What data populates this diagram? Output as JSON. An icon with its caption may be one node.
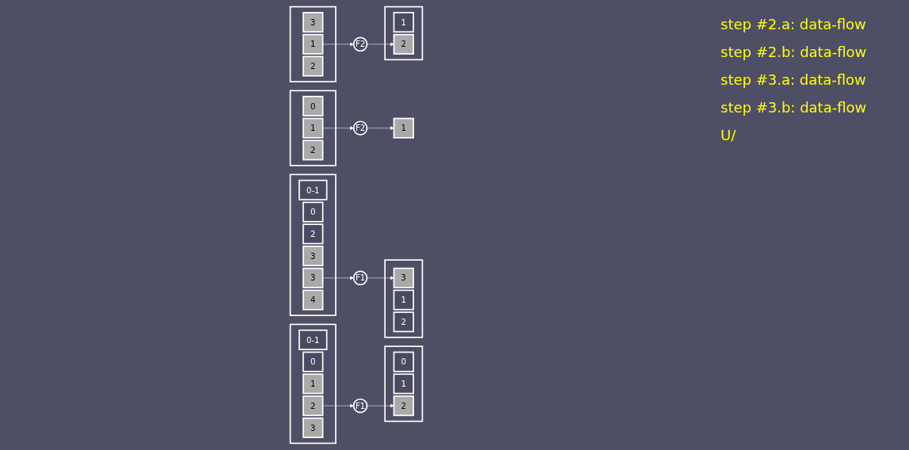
{
  "diagram": {
    "nodes": [
      {
        "text": [],
        "shape": "box"
      },
      {
        "text": [
          "0-1"
        ],
        "in": 0
      },
      {
        "text": [
          "0"
        ],
        "in": 0
      },
      {
        "text": [
          "1"
        ],
        "in": 0
      },
      {
        "text": [
          "2"
        ],
        "in": 0
      },
      {
        "text": [
          "3"
        ],
        "in": 0
      },
      {
        "text": [
          "F1"
        ]
      },
      {
        "text": [],
        "shape": "box"
      },
      {
        "text": [
          "0"
        ],
        "in": 7
      },
      {
        "text": [
          "1"
        ],
        "in": 7
      },
      {
        "text": [
          "2"
        ],
        "in": 7
      },
      {
        "text": [],
        "shape": "box"
      },
      {
        "text": [
          "0"
        ],
        "in": 11
      },
      {
        "text": [
          "1"
        ],
        "in": 11
      },
      {
        "text": [
          "2"
        ],
        "in": 11
      },
      {
        "text": [
          "F2"
        ]
      },
      {
        "text": [
          "1"
        ]
      },
      {
        "text": [],
        "shape": "box"
      },
      {
        "text": [
          "0-1"
        ],
        "in": 17
      },
      {
        "text": [
          "0"
        ],
        "in": 17
      },
      {
        "text": [
          "2"
        ],
        "in": 17
      },
      {
        "text": [
          "3"
        ],
        "in": 17
      },
      {
        "text": [
          "3"
        ],
        "in": 17
      },
      {
        "text": [
          "4"
        ],
        "in": 17
      },
      {
        "text": [
          "F1"
        ]
      },
      {
        "text": [],
        "shape": "box"
      },
      {
        "text": [
          "3"
        ],
        "in": 25
      },
      {
        "text": [
          "1"
        ],
        "in": 25
      },
      {
        "text": [
          "2"
        ],
        "in": 25
      },
      {
        "text": [],
        "shape": "box"
      },
      {
        "text": [
          "3"
        ],
        "in": 29
      },
      {
        "text": [
          "1"
        ],
        "in": 29
      },
      {
        "text": [
          "2"
        ],
        "in": 29
      },
      {
        "text": [
          "F2"
        ]
      },
      {
        "text": [],
        "shape": "box"
      },
      {
        "text": [
          "1"
        ],
        "in": 34
      },
      {
        "text": [
          "2"
        ],
        "in": 34
      }
    ],
    "edges": [
      {
        "from": 4,
        "to": 6,
        "arrow": "to"
      },
      {
        "from": 6,
        "to": 10,
        "arrow": "to"
      },
      {
        "from": 13,
        "to": 15,
        "arrow": "to"
      },
      {
        "from": 15,
        "to": 16,
        "arrow": "to"
      },
      {
        "from": 22,
        "to": 24,
        "arrow": "to"
      },
      {
        "from": 24,
        "to": 26,
        "arrow": "to"
      },
      {
        "from": 31,
        "to": 33,
        "arrow": "to"
      },
      {
        "from": 33,
        "to": 36,
        "arrow": "to"
      }
    ],
    "labels": [
      "step #2.a: data-flow",
      "step #2.b: data-flow",
      "step #3.a: data-flow",
      "step #3.b: data-flow",
      "U/"
    ]
  }
}
